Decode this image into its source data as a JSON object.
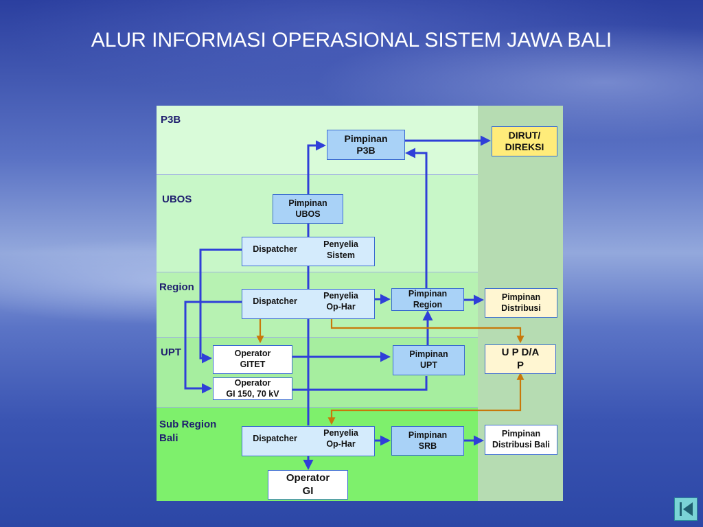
{
  "title": "ALUR INFORMASI OPERASIONAL SISTEM JAWA BALI",
  "bands": {
    "p3b": "P3B",
    "ubos": "UBOS",
    "region": "Region",
    "upt": "UPT",
    "sub_region": "Sub Region\nBali"
  },
  "boxes": {
    "pimpinan_p3b": "Pimpinan\nP3B",
    "dirut": "DIRUT/\nDIREKSI",
    "pimpinan_ubos": "Pimpinan\nUBOS",
    "dispatcher_ubos": "Dispatcher",
    "penyelia_sistem": "Penyelia\nSistem",
    "dispatcher_region": "Dispatcher",
    "penyelia_ophar_region": "Penyelia\nOp-Har",
    "pimpinan_region": "Pimpinan\nRegion",
    "pimpinan_distribusi": "Pimpinan\nDistribusi",
    "operator_gitet": "Operator\nGITET",
    "operator_gi150": "Operator\nGI 150, 70 kV",
    "pimpinan_upt": "Pimpinan\nUPT",
    "upd": "U P D/A\nP",
    "dispatcher_sub": "Dispatcher",
    "penyelia_ophar_sub": "Penyelia\nOp-Har",
    "pimpinan_srb": "Pimpinan\nSRB",
    "pimpinan_distribusi_bali": "Pimpinan\nDistribusi Bali",
    "operator_gi": "Operator\nGI"
  },
  "colors": {
    "arrow_blue": "#2f3fd8",
    "arrow_orange": "#c8780a",
    "band_p3b": "#d9fbd9",
    "band_ubos": "#c8f7c8",
    "band_region": "#b7f2b2",
    "band_upt": "#a6ee9f",
    "band_sub": "#7ef06c"
  },
  "nav": {
    "icon": "first-slide-icon"
  }
}
